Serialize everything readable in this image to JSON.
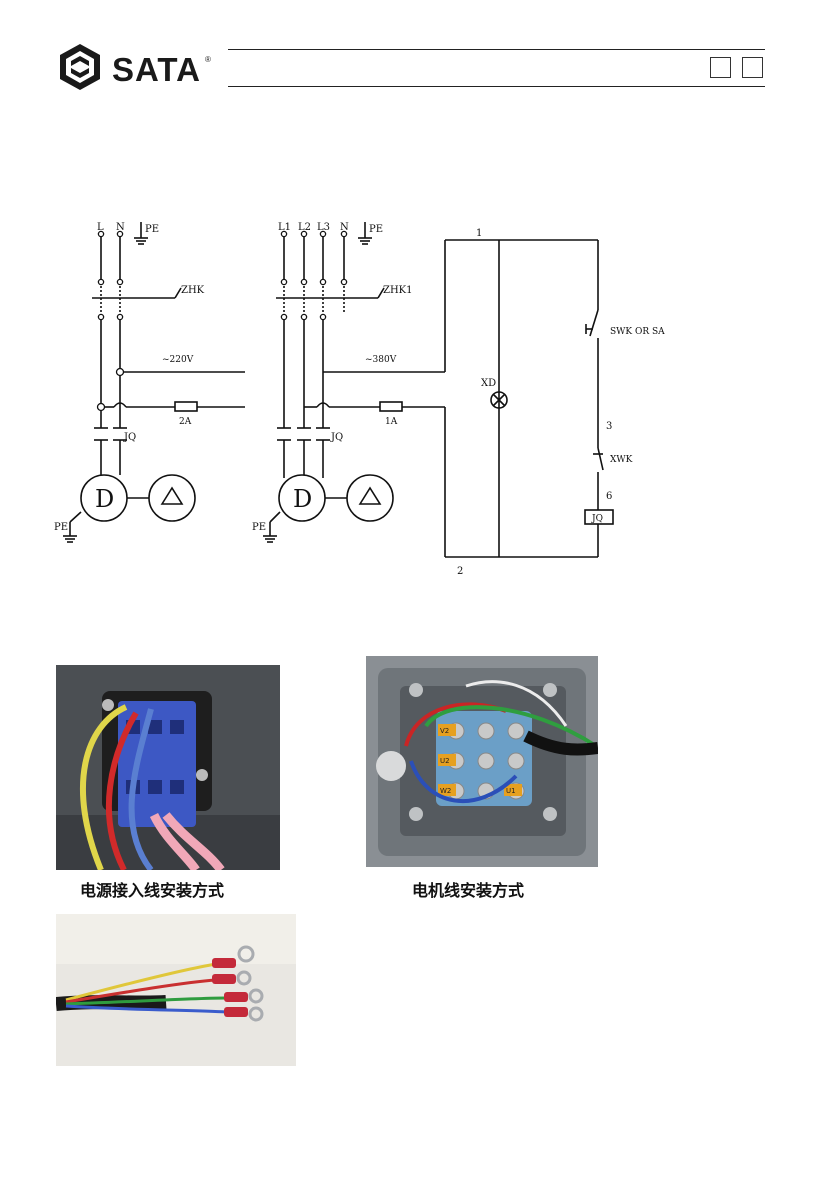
{
  "header": {
    "brand": "SATA",
    "registered": "®"
  },
  "diagram_single": {
    "labels": [
      "L",
      "N",
      "PE"
    ],
    "switch": "ZHK",
    "voltage": "~220V",
    "fuse": "2A",
    "contactor": "JQ",
    "motor": "D",
    "ground": "PE"
  },
  "diagram_three": {
    "labels": [
      "L1",
      "L2",
      "L3",
      "N",
      "PE"
    ],
    "switch": "ZHK1",
    "voltage": "~380V",
    "fuse": "1A",
    "contactor": "JQ",
    "motor": "D",
    "ground": "PE"
  },
  "diagram_control": {
    "node_top": "1",
    "node_bottom": "2",
    "lamp": "XD",
    "switch": "SWK OR SA",
    "node_mid": "3",
    "limit": "XWK",
    "node_coil": "6",
    "coil": "JQ"
  },
  "captions": {
    "power_wiring": "电源接入线安装方式",
    "motor_wiring": "电机线安装方式"
  },
  "photo_tags": {
    "v2": "V2",
    "u2": "U2",
    "w2": "W2",
    "u1": "U1"
  }
}
